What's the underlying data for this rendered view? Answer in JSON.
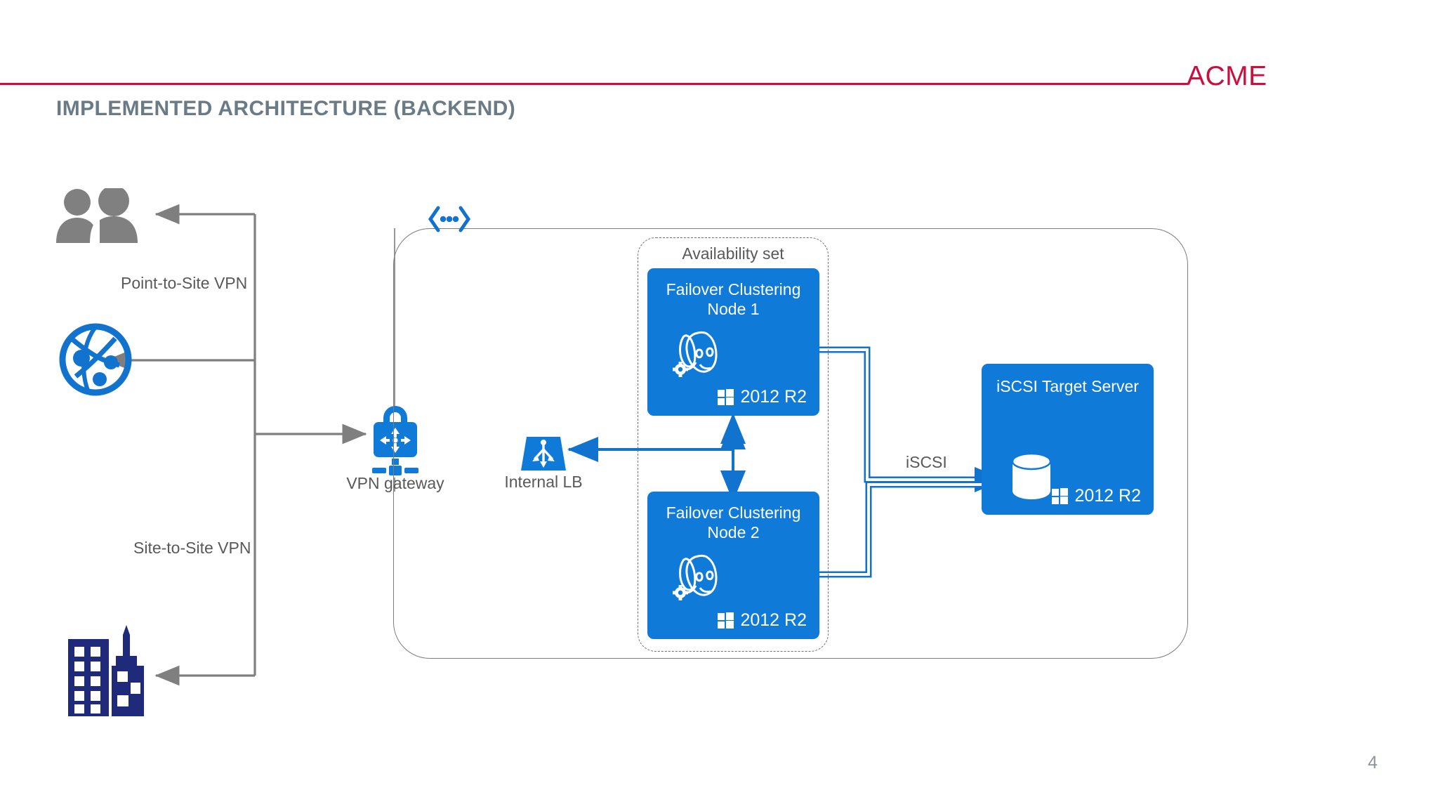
{
  "header": {
    "brand": "ACME",
    "title": "IMPLEMENTED ARCHITECTURE (BACKEND)",
    "rule_color": "#c8103e",
    "title_color": "#6b7b86"
  },
  "footer": {
    "page_number": "4"
  },
  "palette": {
    "azure_blue": "#0f7ad8",
    "arrow_gray": "#7f7f7f",
    "boundary_gray": "#7d7d7d",
    "navy": "#1f2a7a",
    "user_gray": "#808080",
    "text_gray": "#595959"
  },
  "diagram": {
    "type": "architecture-diagram",
    "left_column": [
      {
        "id": "users",
        "icon": "users-icon",
        "label": ""
      },
      {
        "id": "vnet-globe",
        "icon": "azure-virtual-network-icon",
        "label": ""
      },
      {
        "id": "buildings",
        "icon": "office-buildings-icon",
        "label": ""
      }
    ],
    "connection_labels": {
      "point_to_site": "Point-to-Site VPN",
      "site_to_site": "Site-to-Site VPN",
      "iscsi": "iSCSI"
    },
    "vpn_gateway": {
      "label": "VPN gateway",
      "icon": "vpn-gateway-lock-icon"
    },
    "internal_lb": {
      "label": "Internal LB",
      "icon": "load-balancer-icon"
    },
    "vnet": {
      "marker_icon": "virtual-network-marker-icon"
    },
    "availability_set": {
      "label": "Availability set",
      "nodes": [
        {
          "title_line1": "Failover Clustering",
          "title_line2": "Node 1",
          "app_icon": "postgresql-elephant-icon",
          "os": "2012 R2",
          "os_icon": "windows-logo-icon"
        },
        {
          "title_line1": "Failover Clustering",
          "title_line2": "Node 2",
          "app_icon": "postgresql-elephant-icon",
          "os": "2012 R2",
          "os_icon": "windows-logo-icon"
        }
      ]
    },
    "storage_server": {
      "title": "iSCSI Target Server",
      "app_icon": "database-cylinder-icon",
      "os": "2012 R2",
      "os_icon": "windows-logo-icon"
    }
  }
}
